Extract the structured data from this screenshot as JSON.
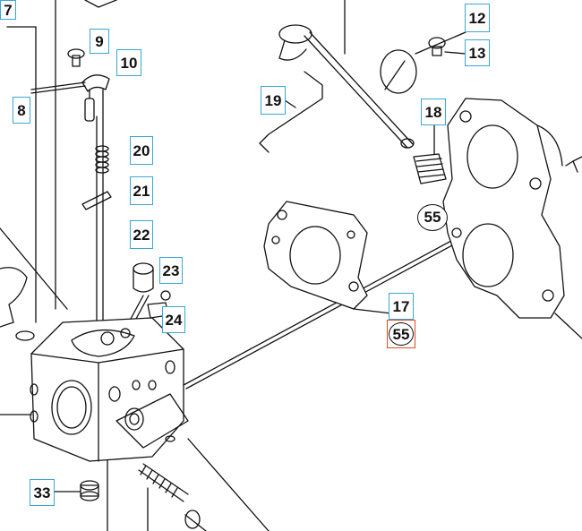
{
  "diagram": {
    "highlight_color": "#e04a1a",
    "label_border_color": "#3aa6d8",
    "labels": [
      {
        "id": "l7",
        "text": "7"
      },
      {
        "id": "l9",
        "text": "9"
      },
      {
        "id": "l10",
        "text": "10"
      },
      {
        "id": "l8",
        "text": "8"
      },
      {
        "id": "l20",
        "text": "20"
      },
      {
        "id": "l21",
        "text": "21"
      },
      {
        "id": "l22",
        "text": "22"
      },
      {
        "id": "l23",
        "text": "23"
      },
      {
        "id": "l24",
        "text": "24"
      },
      {
        "id": "l33",
        "text": "33"
      },
      {
        "id": "l12",
        "text": "12"
      },
      {
        "id": "l13",
        "text": "13"
      },
      {
        "id": "l19",
        "text": "19"
      },
      {
        "id": "l18",
        "text": "18"
      },
      {
        "id": "l17",
        "text": "17"
      }
    ],
    "circled_labels": [
      {
        "id": "c55a",
        "text": "55"
      },
      {
        "id": "c55b",
        "text": "55",
        "highlighted": true
      }
    ]
  }
}
